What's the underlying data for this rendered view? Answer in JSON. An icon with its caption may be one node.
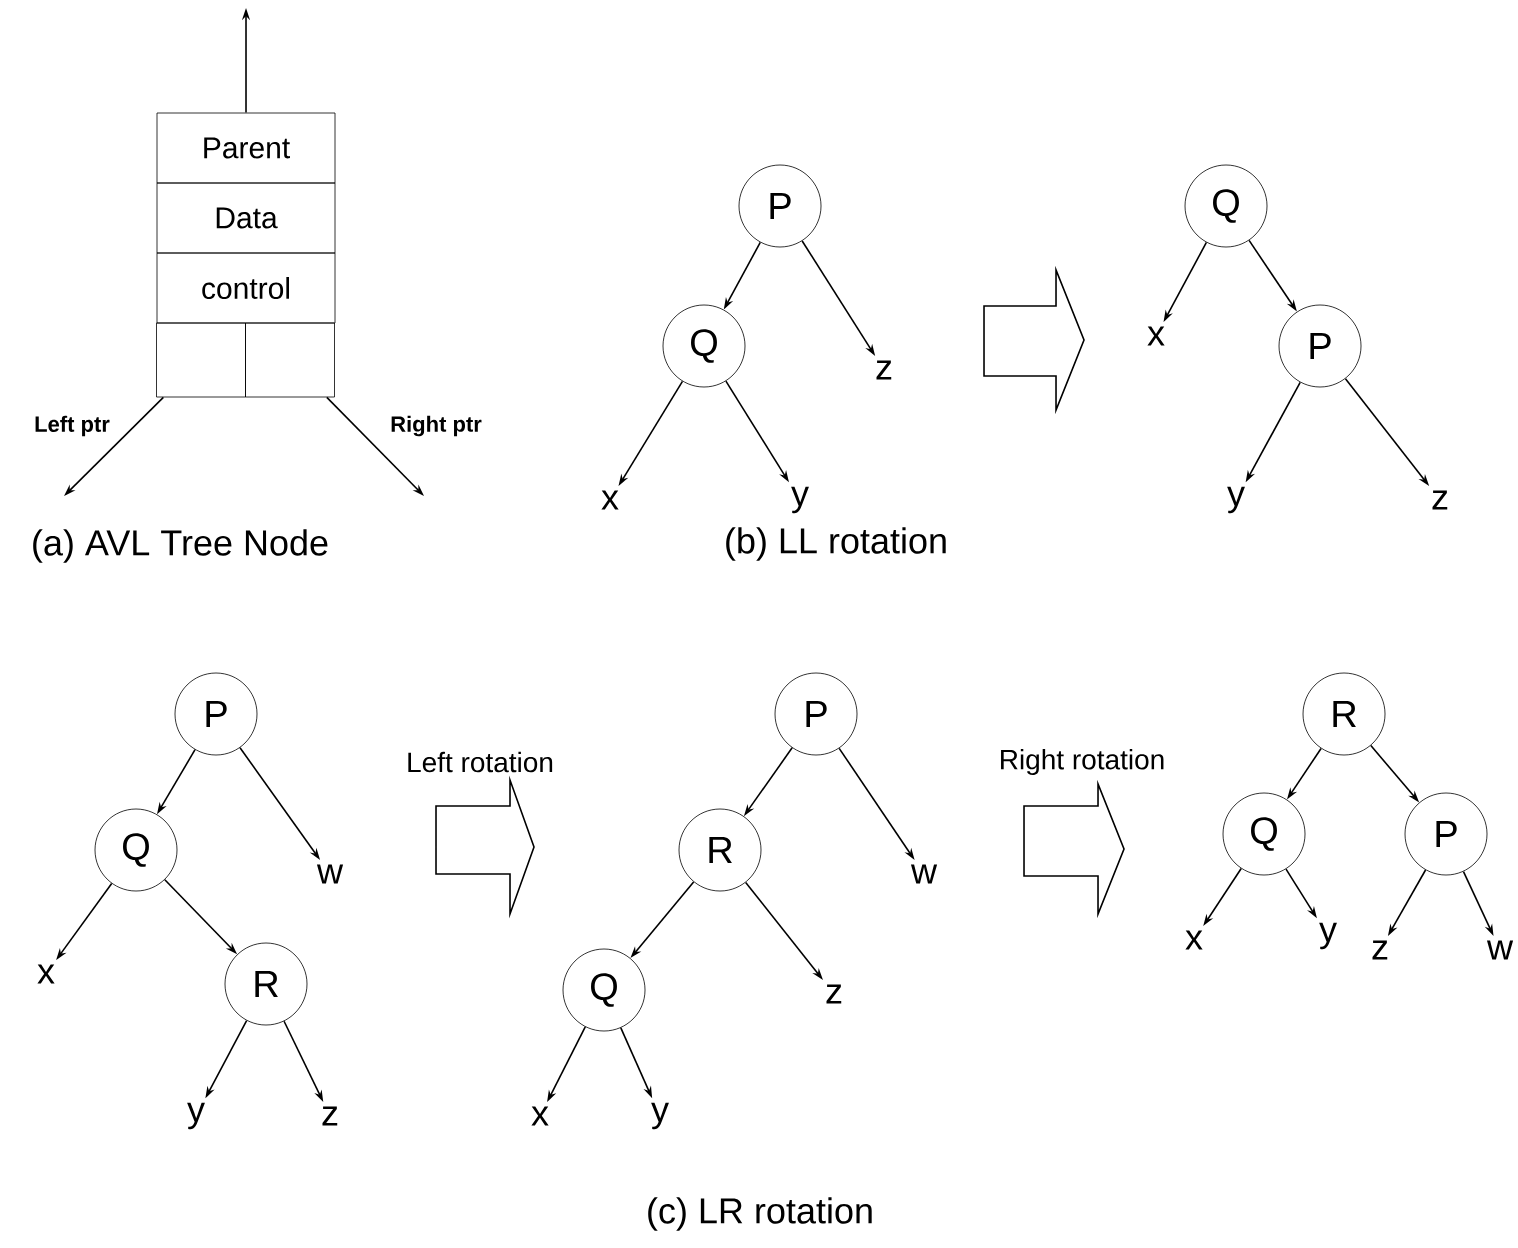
{
  "diagram": {
    "nodes": [
      {
        "text": [
          "Parent"
        ]
      },
      {
        "text": [
          "Data"
        ]
      },
      {
        "text": [
          "control"
        ]
      },
      {
        "text": [],
        "shape": "box"
      },
      {
        "text": [],
        "shape": "box"
      },
      {
        "text": [
          "P"
        ]
      },
      {
        "text": [
          "Q"
        ]
      },
      {
        "text": [
          "z"
        ]
      },
      {
        "text": [
          "x"
        ]
      },
      {
        "text": [
          "y"
        ]
      },
      {
        "text": [
          "Q"
        ]
      },
      {
        "text": [
          "x"
        ]
      },
      {
        "text": [
          "P"
        ]
      },
      {
        "text": [
          "y"
        ]
      },
      {
        "text": [
          "z"
        ]
      },
      {
        "text": [
          "P"
        ]
      },
      {
        "text": [
          "Q"
        ]
      },
      {
        "text": [
          "w"
        ]
      },
      {
        "text": [
          "x"
        ]
      },
      {
        "text": [
          "R"
        ]
      },
      {
        "text": [
          "y"
        ]
      },
      {
        "text": [
          "z"
        ]
      },
      {
        "text": [
          "P"
        ]
      },
      {
        "text": [
          "R"
        ]
      },
      {
        "text": [
          "w"
        ]
      },
      {
        "text": [
          "Q"
        ]
      },
      {
        "text": [
          "z"
        ]
      },
      {
        "text": [
          "x"
        ]
      },
      {
        "text": [
          "y"
        ]
      },
      {
        "text": [
          "R"
        ]
      },
      {
        "text": [
          "Q"
        ]
      },
      {
        "text": [
          "P"
        ]
      },
      {
        "text": [
          "x"
        ]
      },
      {
        "text": [
          "y"
        ]
      },
      {
        "text": [
          "z"
        ]
      },
      {
        "text": [
          "w"
        ]
      }
    ],
    "edges": [
      {
        "from": 0,
        "to": null,
        "arrow": "to"
      },
      {
        "from": 3,
        "to": null,
        "arrow": "to",
        "label": "Left ptr"
      },
      {
        "from": 4,
        "to": null,
        "arrow": "to",
        "label": "Right ptr"
      },
      {
        "from": 5,
        "to": 6,
        "arrow": "to"
      },
      {
        "from": 5,
        "to": 7,
        "arrow": "to"
      },
      {
        "from": 6,
        "to": 8,
        "arrow": "to"
      },
      {
        "from": 6,
        "to": 9,
        "arrow": "to"
      },
      {
        "from": 10,
        "to": 11,
        "arrow": "to"
      },
      {
        "from": 10,
        "to": 12,
        "arrow": "to"
      },
      {
        "from": 12,
        "to": 13,
        "arrow": "to"
      },
      {
        "from": 12,
        "to": 14,
        "arrow": "to"
      },
      {
        "from": 15,
        "to": 16,
        "arrow": "to"
      },
      {
        "from": 15,
        "to": 17,
        "arrow": "to"
      },
      {
        "from": 16,
        "to": 18,
        "arrow": "to"
      },
      {
        "from": 16,
        "to": 19,
        "arrow": "to"
      },
      {
        "from": 19,
        "to": 20,
        "arrow": "to"
      },
      {
        "from": 19,
        "to": 21,
        "arrow": "to"
      },
      {
        "from": 22,
        "to": 23,
        "arrow": "to"
      },
      {
        "from": 22,
        "to": 24,
        "arrow": "to"
      },
      {
        "from": 23,
        "to": 25,
        "arrow": "to"
      },
      {
        "from": 23,
        "to": 26,
        "arrow": "to"
      },
      {
        "from": 25,
        "to": 27,
        "arrow": "to"
      },
      {
        "from": 25,
        "to": 28,
        "arrow": "to"
      },
      {
        "from": 29,
        "to": 30,
        "arrow": "to"
      },
      {
        "from": 29,
        "to": 31,
        "arrow": "to"
      },
      {
        "from": 30,
        "to": 32,
        "arrow": "to"
      },
      {
        "from": 30,
        "to": 33,
        "arrow": "to"
      },
      {
        "from": 31,
        "to": 34,
        "arrow": "to"
      },
      {
        "from": 31,
        "to": 35,
        "arrow": "to"
      }
    ],
    "labels": [
      "(a) AVL Tree Node",
      "(b) LL rotation",
      "Left rotation",
      "Right rotation",
      "(c) LR rotation"
    ]
  }
}
